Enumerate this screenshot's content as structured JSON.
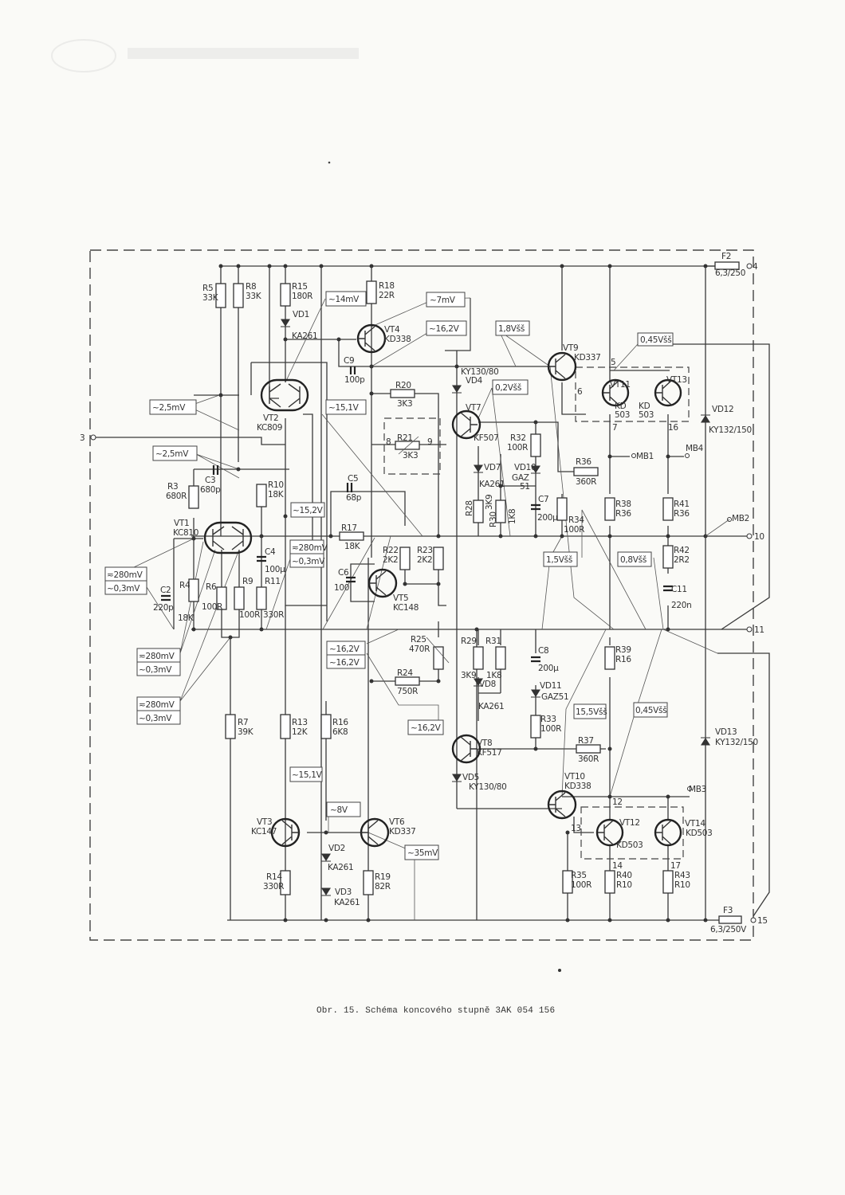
{
  "caption": "Obr. 15. Schéma koncového stupně 3AK 054 156",
  "connectors": {
    "in3": "3",
    "p4": "4",
    "p10": "10",
    "p11": "11",
    "p15": "15"
  },
  "measure_points": {
    "mb1": "MB1",
    "mb2": "MB2",
    "mb3": "MB3",
    "mb4": "MB4"
  },
  "module_pins": {
    "n5": "5",
    "n6": "6",
    "n7": "7",
    "n8": "8",
    "n9": "9",
    "n12": "12",
    "n13": "13",
    "n14": "14",
    "n16": "16",
    "n17": "17"
  },
  "fuses": {
    "f2": {
      "name": "F2",
      "value": "6,3/250"
    },
    "f3": {
      "name": "F3",
      "value": "6,3/250V"
    }
  },
  "transistors": {
    "vt1": {
      "name": "VT1",
      "type": "KC810"
    },
    "vt2": {
      "name": "VT2",
      "type": "KC809"
    },
    "vt3": {
      "name": "VT3",
      "type": "KC147"
    },
    "vt4": {
      "name": "VT4",
      "type": "KD338"
    },
    "vt5": {
      "name": "VT5",
      "type": "KC148"
    },
    "vt6": {
      "name": "VT6",
      "type": "KD337"
    },
    "vt7": {
      "name": "VT7",
      "type": "KF507"
    },
    "vt8": {
      "name": "VT8",
      "type": "KF517"
    },
    "vt9": {
      "name": "VT9",
      "type": "KD337"
    },
    "vt10": {
      "name": "VT10",
      "type": "KD338"
    },
    "vt11": {
      "name": "VT11",
      "type1": "KD",
      "type2": "503"
    },
    "vt12": {
      "name": "VT12",
      "type": "KD503"
    },
    "vt13": {
      "name": "VT13",
      "type1": "KD",
      "type2": "503"
    },
    "vt14": {
      "name": "VT14",
      "type": "KD503"
    }
  },
  "resistors": {
    "r3": {
      "name": "R3",
      "value": "680R"
    },
    "r4": {
      "name": "R4",
      "value": "18K"
    },
    "r5": {
      "name": "R5",
      "value": "33K"
    },
    "r6": {
      "name": "R6",
      "value": "100R"
    },
    "r7": {
      "name": "R7",
      "value": "39K"
    },
    "r8": {
      "name": "R8",
      "value": "33K"
    },
    "r9": {
      "name": "R9",
      "value": "100R"
    },
    "r10": {
      "name": "R10",
      "value": "18K"
    },
    "r11": {
      "name": "R11",
      "value": "330R"
    },
    "r13": {
      "name": "R13",
      "value": "12K"
    },
    "r14": {
      "name": "R14",
      "value": "330R"
    },
    "r15": {
      "name": "R15",
      "value": "180R"
    },
    "r16": {
      "name": "R16",
      "value": "6K8"
    },
    "r17": {
      "name": "R17",
      "value": "18K"
    },
    "r18": {
      "name": "R18",
      "value": "22R"
    },
    "r19": {
      "name": "R19",
      "value": "82R"
    },
    "r20": {
      "name": "R20",
      "value": "3K3"
    },
    "r21": {
      "name": "R21",
      "value": "3K3"
    },
    "r22": {
      "name": "R22",
      "value": "2K2"
    },
    "r23": {
      "name": "R23",
      "value": "2K2"
    },
    "r24": {
      "name": "R24",
      "value": "750R"
    },
    "r25": {
      "name": "R25",
      "value": "470R"
    },
    "r28": {
      "name": "R28",
      "value": "3K9"
    },
    "r29": {
      "name": "R29",
      "value": "3K9"
    },
    "r30": {
      "name": "R30",
      "value": "1K8"
    },
    "r31": {
      "name": "R31",
      "value": "1K8"
    },
    "r32": {
      "name": "R32",
      "value": "100R"
    },
    "r33": {
      "name": "R33",
      "value": "100R"
    },
    "r34": {
      "name": "R34",
      "value": "100R"
    },
    "r35": {
      "name": "R35",
      "value": "100R"
    },
    "r36": {
      "name": "R36",
      "value": "360R"
    },
    "r37": {
      "name": "R37",
      "value": "360R"
    },
    "r38": {
      "name": "R38",
      "value": "R36"
    },
    "r39": {
      "name": "R39",
      "value": "R16"
    },
    "r40": {
      "name": "R40",
      "value": "R10"
    },
    "r41": {
      "name": "R41",
      "value": "R36"
    },
    "r42": {
      "name": "R42",
      "value": "2R2"
    },
    "r43": {
      "name": "R43",
      "value": "R10"
    }
  },
  "capacitors": {
    "c2": {
      "name": "C2",
      "value": "220p"
    },
    "c3": {
      "name": "C3",
      "value": "680p"
    },
    "c4": {
      "name": "C4",
      "value": "100µ"
    },
    "c5": {
      "name": "C5",
      "value": "68p"
    },
    "c6": {
      "name": "C6",
      "value": "100"
    },
    "c7": {
      "name": "C7",
      "value": "200µ"
    },
    "c8": {
      "name": "C8",
      "value": "200µ"
    },
    "c9": {
      "name": "C9",
      "value": "100p"
    },
    "c11": {
      "name": "C11",
      "value": "220n"
    }
  },
  "diodes": {
    "vd1": {
      "name": "VD1",
      "type": "KA261"
    },
    "vd2": {
      "name": "VD2",
      "type": "KA261"
    },
    "vd3": {
      "name": "VD3",
      "type": "KA261"
    },
    "vd4": {
      "name": "VD4",
      "type": "KY130/80"
    },
    "vd5": {
      "name": "VD5",
      "type": "KY130/80"
    },
    "vd7": {
      "name": "VD7",
      "type": "KA261"
    },
    "vd8": {
      "name": "VD8",
      "type": "KA261"
    },
    "vd10": {
      "name": "VD10",
      "type1": "GAZ",
      "type2": "51"
    },
    "vd11": {
      "name": "VD11",
      "type": "GAZ51"
    },
    "vd12": {
      "name": "VD12",
      "type": "KY132/150"
    },
    "vd13": {
      "name": "VD13",
      "type": "KY132/150"
    }
  },
  "measurements": {
    "m_14mV": "~14mV",
    "m_7mV": "~7mV",
    "m_162V_top": "~16,2V",
    "m_18Vss": "1,8Všš",
    "m_045Vss_top": "0,45Všš",
    "m_02Vss": "0,2Všš",
    "m_25mV_a": "~2,5mV",
    "m_25mV_b": "~2,5mV",
    "m_151V_a": "~15,1V",
    "m_152V": "~15,2V",
    "m_280mV_a": "≂280mV",
    "m_03mV_a": "~0,3mV",
    "m_280mV_b": "≂280mV",
    "m_03mV_b": "~0,3mV",
    "m_280mV_c": "≂280mV",
    "m_03mV_c": "~0,3mV",
    "m_280mV_d": "≂280mV",
    "m_03mV_d": "~0,3mV",
    "m_15Vss": "1,5Všš",
    "m_08Vss": "0,8Všš",
    "m_162V_b": "~16,2V",
    "m_162V_c": "~16,2V",
    "m_162V_d": "~16,2V",
    "m_155Vss": "15,5Všš",
    "m_045Vss_b": "0,45Všš",
    "m_151V_b": "~15,1V",
    "m_8V": "~8V",
    "m_35mV": "~35mV"
  }
}
